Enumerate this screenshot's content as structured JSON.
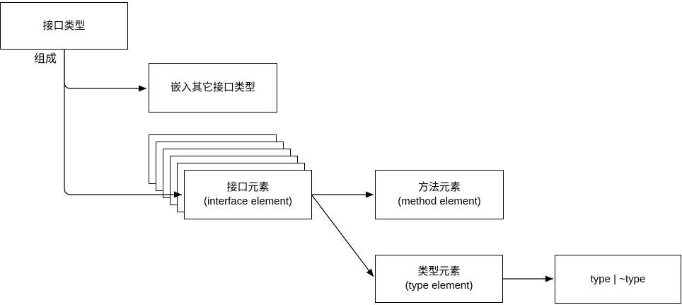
{
  "diagram": {
    "background": "#ffffff",
    "stroke_color": "#000000",
    "nodes": {
      "interface_type": {
        "label": "接口类型"
      },
      "embed_other": {
        "label": "嵌入其它接口类型"
      },
      "interface_element": {
        "title": "接口元素",
        "subtitle": "(interface element)"
      },
      "method_element": {
        "title": "方法元素",
        "subtitle": "(method element)"
      },
      "type_element": {
        "title": "类型元素",
        "subtitle": "(type element)"
      },
      "type_union": {
        "label": "type | ~type"
      }
    },
    "edge_labels": {
      "compose": "组成"
    },
    "stack_count": 6,
    "edges": [
      {
        "from": "interface_type",
        "to": "embed_other"
      },
      {
        "from": "interface_type",
        "to": "interface_element"
      },
      {
        "from": "interface_element",
        "to": "method_element"
      },
      {
        "from": "interface_element",
        "to": "type_element"
      },
      {
        "from": "type_element",
        "to": "type_union"
      }
    ]
  }
}
